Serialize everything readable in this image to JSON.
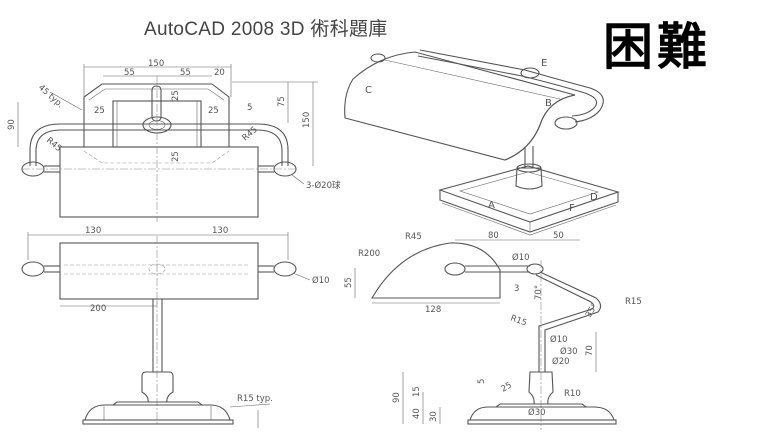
{
  "document": {
    "title": "AutoCAD 2008 3D 術科題庫",
    "difficulty_stamp": "困難"
  },
  "front_view": {
    "dims": {
      "overall_width": "150",
      "left_55": "55",
      "right_55": "55",
      "offset_20": "20",
      "chamfer": "45 typ.",
      "inner_25_left": "25",
      "inner_25_right": "25",
      "gap_5": "5",
      "height_75": "75",
      "height_150": "150",
      "height_90": "90",
      "radius_left": "R45",
      "radius_right": "R45",
      "depth_25_top": "25",
      "depth_25_bottom": "25",
      "knobs": "3-Ø20球"
    }
  },
  "top_view": {
    "dims": {
      "left_130": "130",
      "right_130": "130",
      "length_200": "200",
      "dia_10": "Ø10"
    }
  },
  "base_front": {
    "dims": {
      "radius": "R15 typ."
    }
  },
  "iso_view": {
    "labels": [
      "A",
      "B",
      "C",
      "D",
      "E",
      "F"
    ]
  },
  "side_view": {
    "dims": {
      "r200": "R200",
      "r45": "R45",
      "d80": "80",
      "d50": "50",
      "dia10_top": "Ø10",
      "h55": "55",
      "t3": "3",
      "w128": "128",
      "a70": "70°",
      "r15_right": "R15",
      "r15_left": "R15",
      "a35": "35°",
      "dia10_stem": "Ø10",
      "dia30": "Ø30",
      "dia20": "Ø20",
      "h70": "70",
      "h5": "5",
      "c25": "25",
      "r10": "R10",
      "h90": "90",
      "h15": "15",
      "h40": "40",
      "h30": "30",
      "dia30_base": "Ø30"
    }
  }
}
